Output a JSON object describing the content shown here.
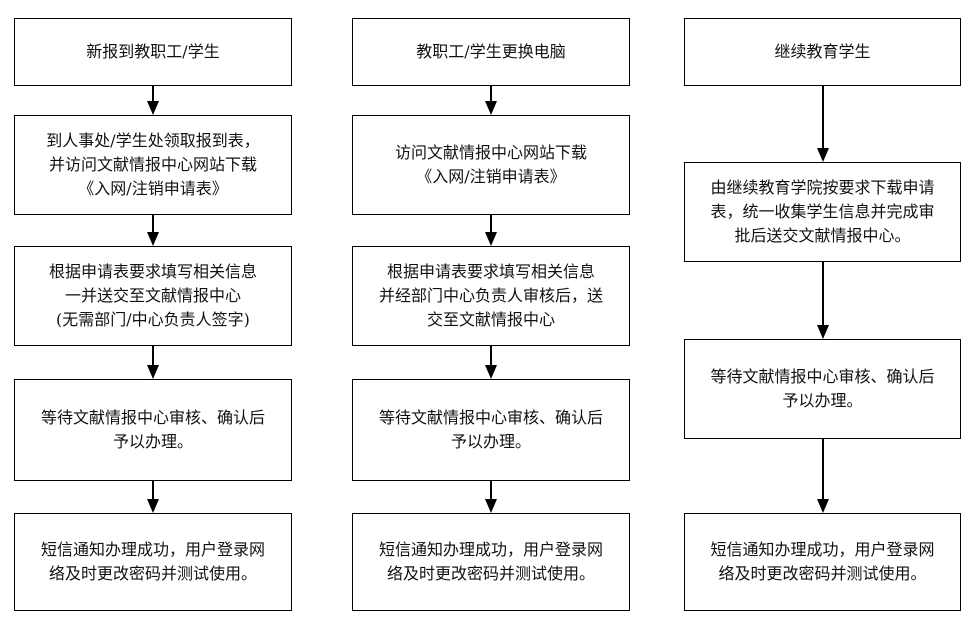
{
  "columns": [
    {
      "steps": [
        {
          "lines": [
            "新报到教职工/学生"
          ]
        },
        {
          "lines": [
            "到人事处/学生处领取报到表，",
            "并访问文献情报中心网站下载",
            "《入网/注销申请表》"
          ]
        },
        {
          "lines": [
            "根据申请表要求填写相关信息",
            "一并送交至文献情报中心",
            "(无需部门/中心负责人签字)"
          ]
        },
        {
          "lines": [
            "等待文献情报中心审核、确认后",
            "予以办理。"
          ]
        },
        {
          "lines": [
            "短信通知办理成功，用户登录网",
            "络及时更改密码并测试使用。"
          ]
        }
      ]
    },
    {
      "steps": [
        {
          "lines": [
            "教职工/学生更换电脑"
          ]
        },
        {
          "lines": [
            "访问文献情报中心网站下载",
            "《入网/注销申请表》"
          ]
        },
        {
          "lines": [
            "根据申请表要求填写相关信息",
            "并经部门中心负责人审核后，送",
            "交至文献情报中心"
          ]
        },
        {
          "lines": [
            "等待文献情报中心审核、确认后",
            "予以办理。"
          ]
        },
        {
          "lines": [
            "短信通知办理成功，用户登录网",
            "络及时更改密码并测试使用。"
          ]
        }
      ]
    },
    {
      "steps": [
        {
          "lines": [
            "继续教育学生"
          ]
        },
        {
          "lines": [
            "由继续教育学院按要求下载申请",
            "表，统一收集学生信息并完成审",
            "批后送交文献情报中心。"
          ]
        },
        {
          "lines": [
            "等待文献情报中心审核、确认后",
            "予以办理。"
          ]
        },
        {
          "lines": [
            "短信通知办理成功，用户登录网",
            "络及时更改密码并测试使用。"
          ]
        }
      ]
    }
  ]
}
